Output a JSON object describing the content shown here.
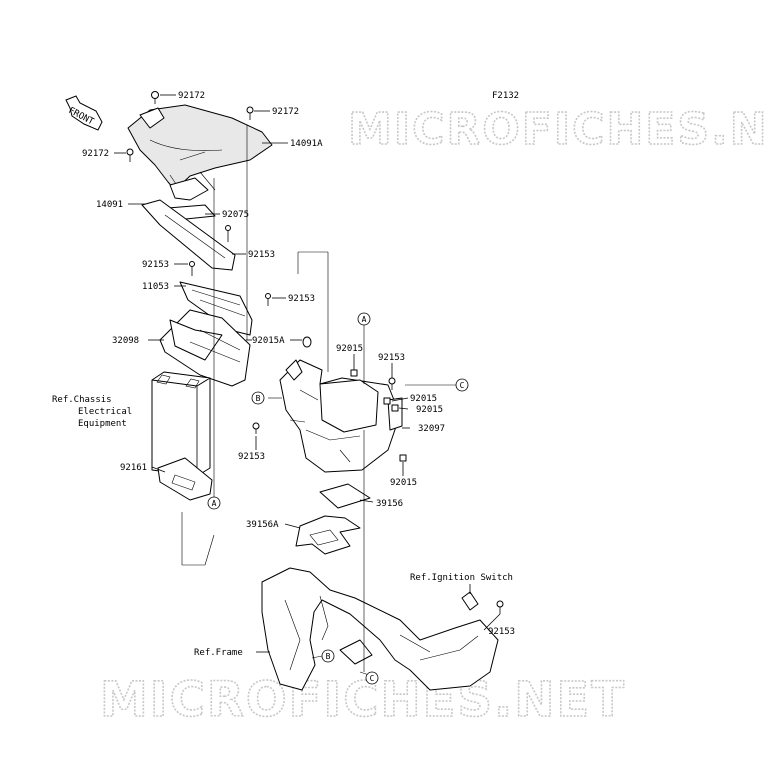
{
  "figure_code": "F2132",
  "watermark": "MICROFICHES.NET",
  "direction_arrow": "FRONT",
  "callouts": {
    "a": "A",
    "b": "B",
    "c": "C"
  },
  "labels": {
    "p92172_top": "92172",
    "p92172_right": "92172",
    "p92172_left": "92172",
    "p14091A": "14091A",
    "p14091": "14091",
    "p92075": "92075",
    "p92153_a": "92153",
    "p92153_b": "92153",
    "p11053": "11053",
    "p92153_c": "92153",
    "p32098": "32098",
    "p92015A": "92015A",
    "p92015_a": "92015",
    "p92153_d": "92153",
    "p92015_b": "92015",
    "p92015_c": "92015",
    "p32097": "32097",
    "p92153_e": "92153",
    "p92015_d": "92015",
    "p92161": "92161",
    "p39156": "39156",
    "p39156A": "39156A",
    "p92153_f": "92153",
    "ref_chassis_1": "Ref.Chassis",
    "ref_chassis_2": "Electrical",
    "ref_chassis_3": "Equipment",
    "ref_ignition": "Ref.Ignition Switch",
    "ref_frame": "Ref.Frame"
  }
}
